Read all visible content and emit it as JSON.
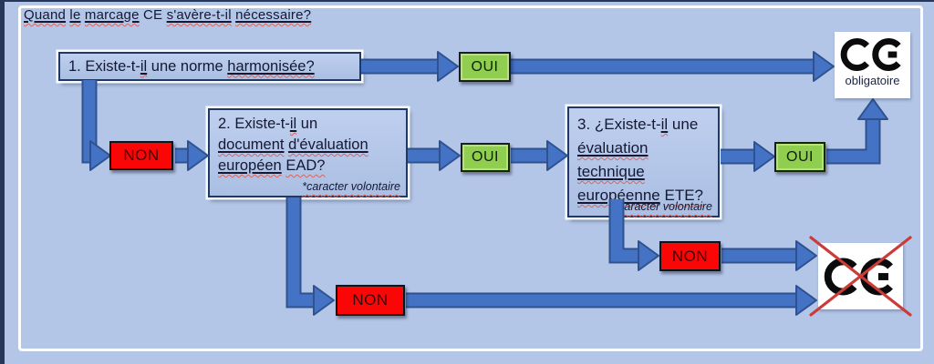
{
  "colors": {
    "bg": "#b4c6e7",
    "frame": "#ffffff",
    "edge": "#27375a",
    "arrow-fill": "#4472c4",
    "arrow-edge": "#2f528f",
    "box-border": "#1f3864",
    "box-fill-top": "#bfcfef",
    "box-fill-bottom": "#aabfe3",
    "oui-fill": "#8fce4e",
    "oui-border": "#17230a",
    "non-fill": "#fb0606",
    "non-border": "#131313",
    "text": "#141833",
    "squiggle": "#de6456",
    "cross": "#cb3b38"
  },
  "title": {
    "segments": [
      {
        "t": "Quand",
        "sq": 1
      },
      {
        "t": " ",
        "sq": 0
      },
      {
        "t": "le",
        "sq": 1
      },
      {
        "t": " ",
        "sq": 0
      },
      {
        "t": "marcage",
        "sq": 1
      },
      {
        "t": " CE ",
        "sq": 0
      },
      {
        "t": "s'avère-t-il",
        "sq": 1
      },
      {
        "t": " ",
        "sq": 0
      },
      {
        "t": "nécessaire?",
        "sq": 1
      }
    ]
  },
  "flow": {
    "oui_label": "OUI",
    "non_label": "NON",
    "q1": {
      "segments": [
        {
          "t": "1. Existe-t-",
          "sq": 0
        },
        {
          "t": "il",
          "sq": 1
        },
        {
          "t": " une norme ",
          "sq": 0
        },
        {
          "t": "harmonisée?",
          "sq": 1
        }
      ]
    },
    "q2": {
      "lines": [
        [
          {
            "t": "2. Existe-t-",
            "sq": 0
          },
          {
            "t": "il",
            "sq": 1
          },
          {
            "t": " un",
            "sq": 0
          }
        ],
        [
          {
            "t": "document",
            "sq": 1
          },
          {
            "t": " ",
            "sq": 0
          },
          {
            "t": "d'évaluation",
            "sq": 1
          }
        ],
        [
          {
            "t": "européen",
            "sq": 1
          },
          {
            "t": " ",
            "sq": 0
          },
          {
            "t": "EAD?",
            "sq": 2
          }
        ]
      ],
      "note": [
        {
          "t": "*caracter volontaire",
          "sq": 2
        }
      ]
    },
    "q3": {
      "lines": [
        [
          {
            "t": "3. ¿",
            "sq": 0
          },
          {
            "t": "Existe-t-",
            "sq": 0
          },
          {
            "t": "il",
            "sq": 1
          },
          {
            "t": " une",
            "sq": 0
          }
        ],
        [
          {
            "t": "évaluation",
            "sq": 1
          }
        ],
        [
          {
            "t": "technique",
            "sq": 1
          }
        ],
        [
          {
            "t": "européenne",
            "sq": 1
          },
          {
            "t": " ",
            "sq": 0
          },
          {
            "t": "ETE?",
            "sq": 2
          }
        ]
      ],
      "note": [
        {
          "t": "*caracter volontaire",
          "sq": 2
        }
      ]
    },
    "ce": {
      "obligatoire_label": "obligatoire",
      "icon": "ce-mark"
    },
    "ce_crossed": {
      "icon": "ce-mark-crossed"
    }
  }
}
